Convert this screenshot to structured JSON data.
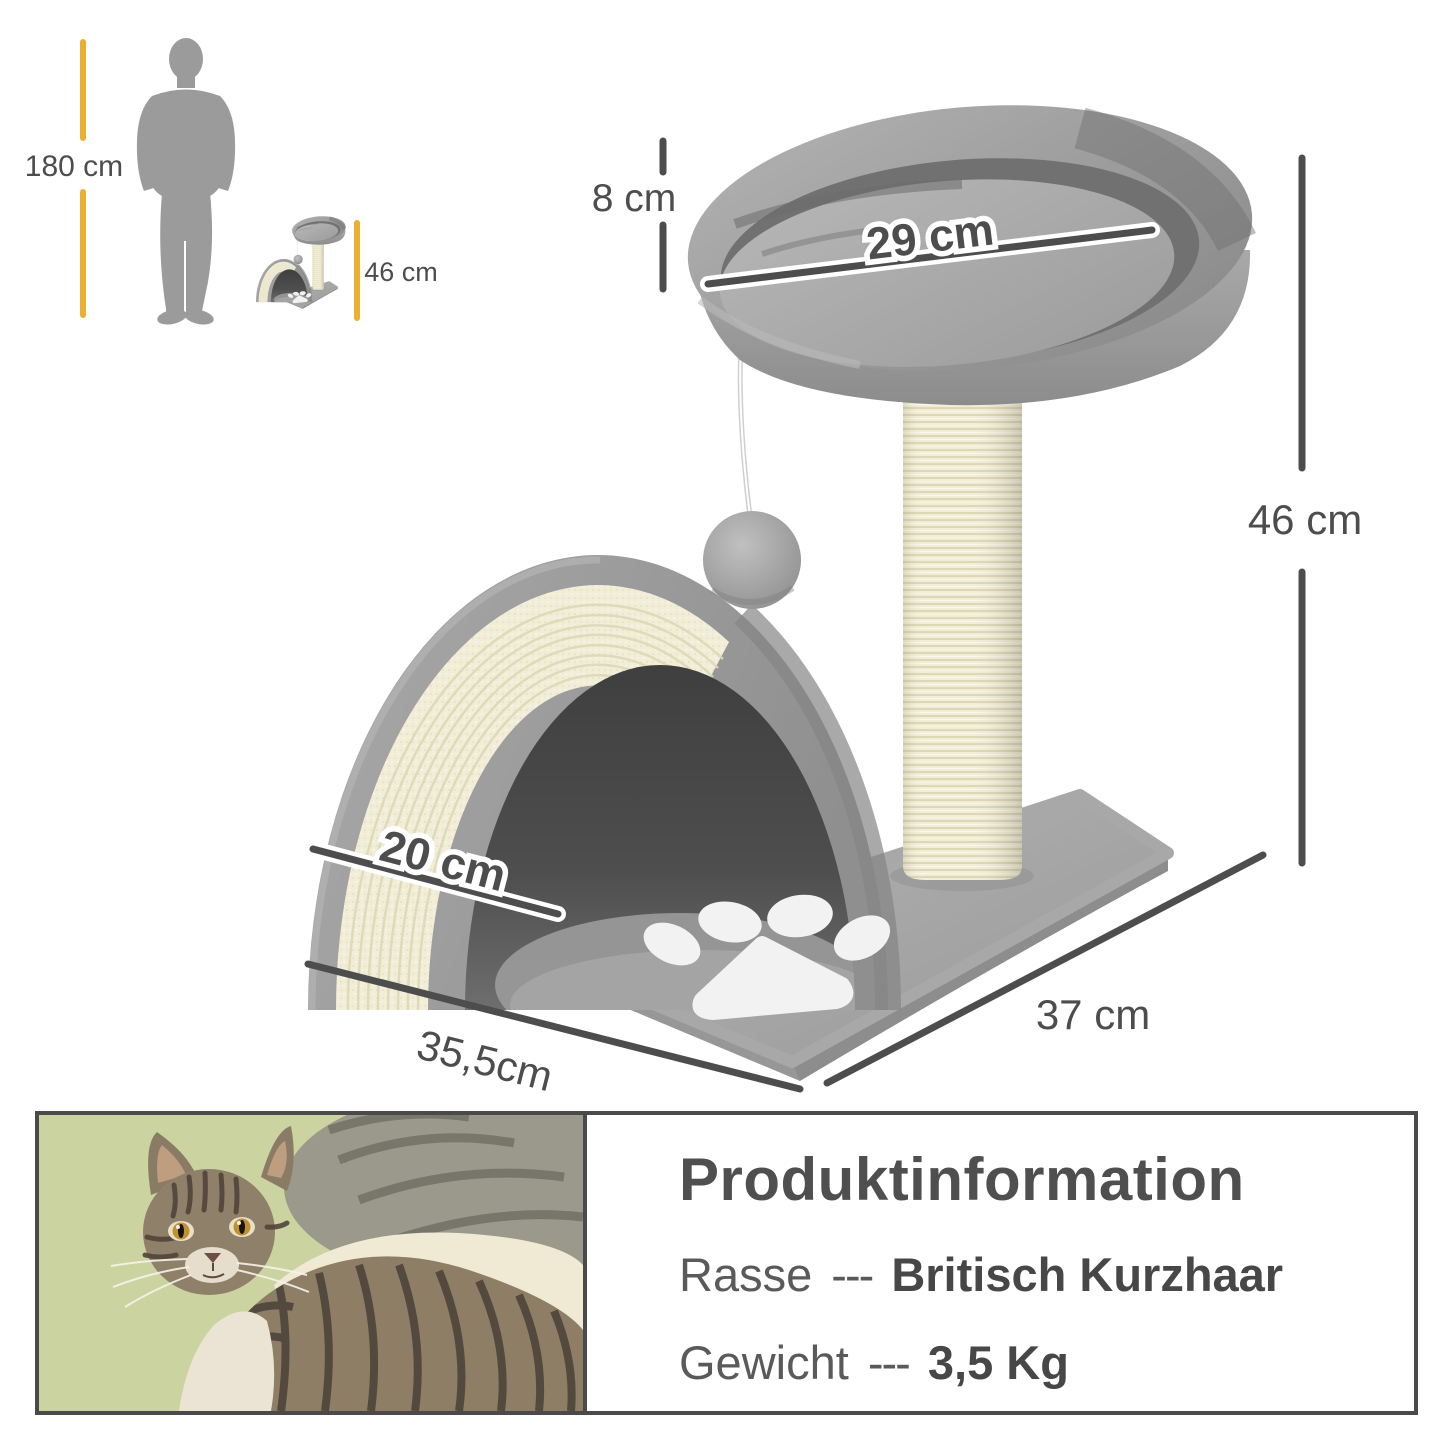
{
  "scale_figures": {
    "human": {
      "height_label": "180 cm"
    },
    "mini_tree": {
      "height_label": "46 cm"
    }
  },
  "dimensions": {
    "rim_height": "8 cm",
    "bed_diameter": "29 cm",
    "total_height": "46 cm",
    "scratch_arch_length": "20 cm",
    "base_depth": "35,5cm",
    "base_width": "37 cm"
  },
  "product_info": {
    "title": "Produktinformation",
    "rows": [
      {
        "label": "Rasse",
        "separator": "---",
        "value": "Britisch Kurzhaar"
      },
      {
        "label": "Gewicht",
        "separator": "---",
        "value": "3,5 Kg"
      }
    ]
  },
  "colors": {
    "accent_yellow": "#EBB032",
    "dimension_line": "#4D4D4D",
    "panel_border": "#4A4A4A",
    "photo_background": "#CBD4A0",
    "plush_gray": "#9B9B9B",
    "sisal_cream": "#F1EDD6"
  }
}
